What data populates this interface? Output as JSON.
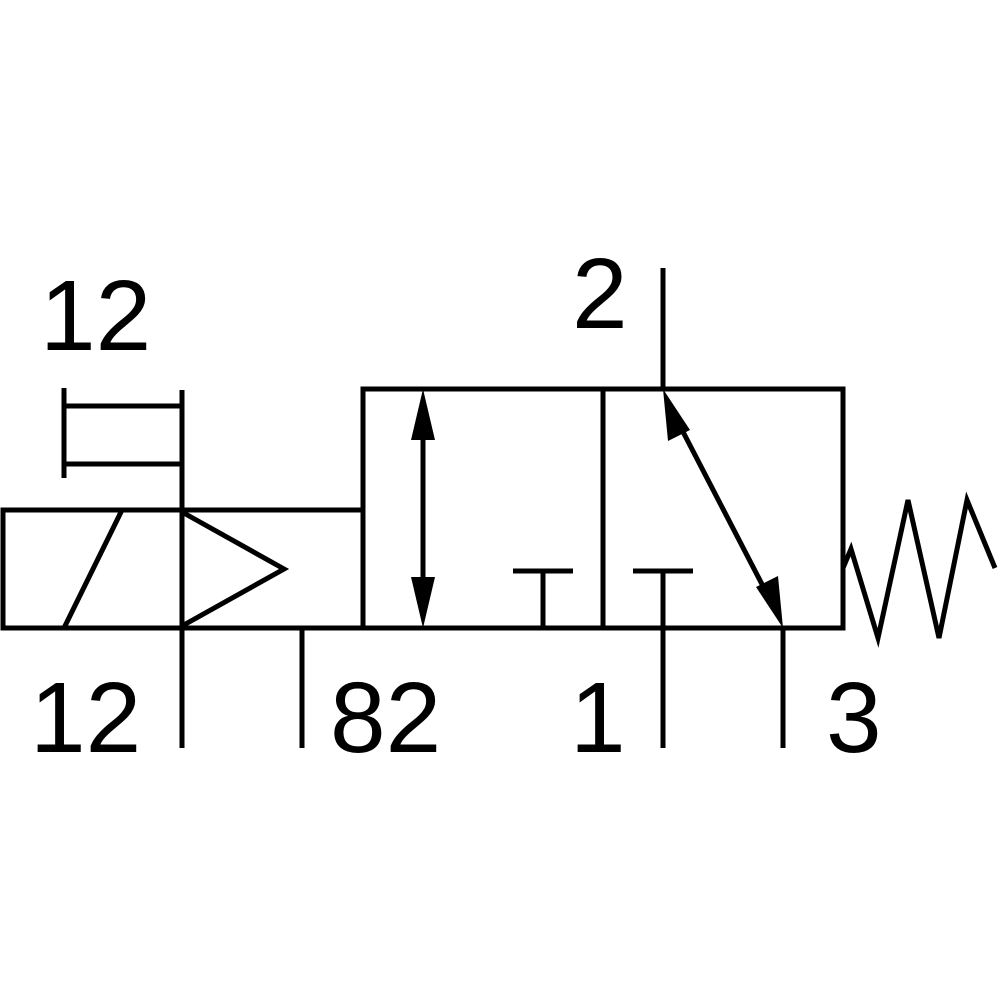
{
  "labels": {
    "manual_override": "12",
    "solenoid_port": "12",
    "pilot_exhaust_port": "82",
    "supply_port": "1",
    "working_port": "2",
    "exhaust_port": "3"
  },
  "colors": {
    "line": "#000000",
    "background": "#ffffff"
  },
  "icons": {
    "manual_override": "manual-override-icon",
    "solenoid": "solenoid-icon",
    "pilot": "pilot-triangle-icon",
    "spring": "spring-return-icon"
  }
}
